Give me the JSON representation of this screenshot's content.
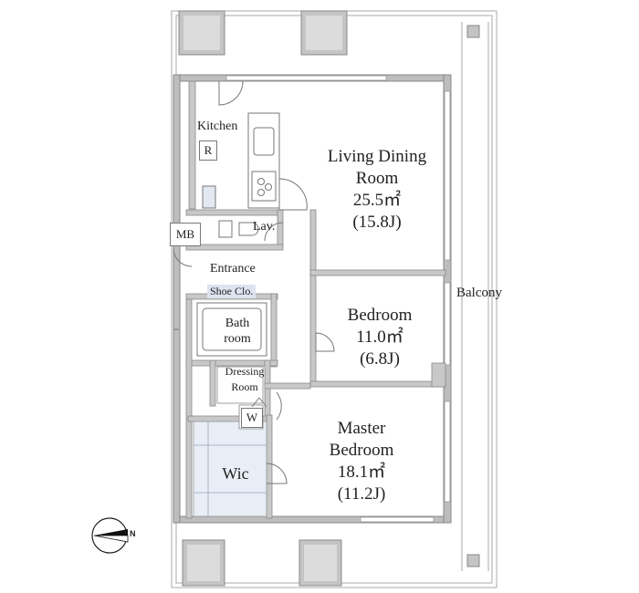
{
  "rooms": {
    "kitchen": "Kitchen",
    "refrigerator": "R",
    "lavatory": "Lav.",
    "meter_box": "MB",
    "entrance": "Entrance",
    "shoe_closet": "Shoe Clo.",
    "bath_line1": "Bath",
    "bath_line2": "room",
    "dressing_line1": "Dressing",
    "dressing_line2": "Room",
    "washer": "W",
    "wic": "Wic",
    "balcony": "Balcony"
  },
  "living": {
    "name1": "Living Dining",
    "name2": "Room",
    "area": "25.5㎡",
    "jo": "(15.8J)"
  },
  "bedroom": {
    "name": "Bedroom",
    "area": "11.0㎡",
    "jo": "(6.8J)"
  },
  "master": {
    "name1": "Master",
    "name2": "Bedroom",
    "area": "18.1㎡",
    "jo": "(11.2J)"
  },
  "compass": {
    "north": "N"
  },
  "colors": {
    "wall": "#b9b9b9",
    "wall_dark": "#9d9d9d",
    "wic_fill": "#e8edf6",
    "shoe_fill": "#dde4f0"
  }
}
